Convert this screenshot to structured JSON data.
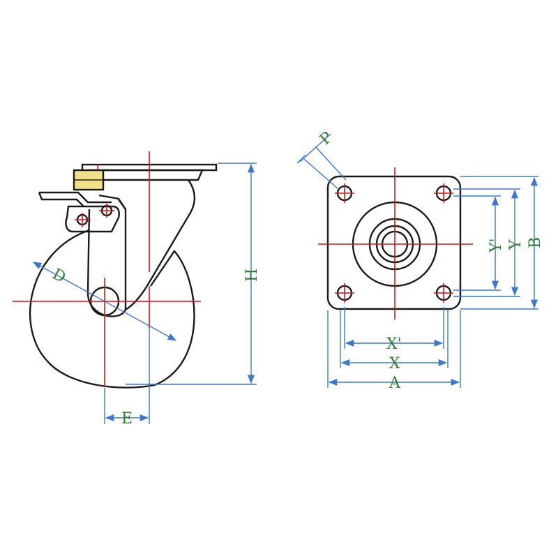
{
  "diagram": {
    "labels": {
      "D": "D",
      "E": "E",
      "H": "H",
      "P": "P",
      "A": "A",
      "X": "X",
      "X_prime": "X'",
      "Y": "Y",
      "Y_prime": "Y'",
      "B": "B"
    },
    "colors": {
      "outline": "#1a1a1a",
      "centerline": "#d0141c",
      "dimension": "#3d79c8",
      "label": "#2e7d32",
      "brake_pad": "#f0e08a"
    }
  }
}
